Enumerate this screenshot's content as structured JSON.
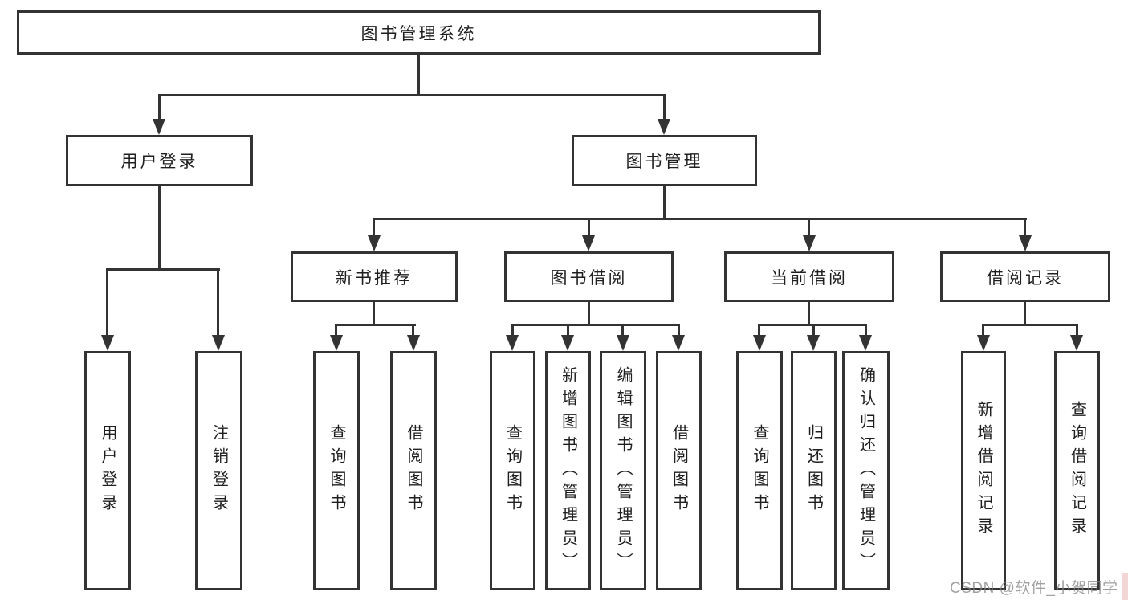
{
  "diagram_type": "hierarchy-flowchart",
  "tree": {
    "root": {
      "label": "图书管理系统"
    },
    "user_login": {
      "label": "用户登录",
      "children": {
        "login": {
          "label": "用户登录"
        },
        "logout": {
          "label": "注销登录"
        }
      }
    },
    "book_mgmt": {
      "label": "图书管理",
      "children": {
        "new_book": {
          "label": "新书推荐",
          "children": {
            "query_book": {
              "label": "查询图书"
            },
            "borrow_book": {
              "label": "借阅图书"
            }
          }
        },
        "book_borrow": {
          "label": "图书借阅",
          "children": {
            "query_book": {
              "label": "查询图书"
            },
            "add_book": {
              "label": "新增图书（管理员）"
            },
            "edit_book": {
              "label": "编辑图书（管理员）"
            },
            "borrow_book": {
              "label": "借阅图书"
            }
          }
        },
        "current_borrow": {
          "label": "当前借阅",
          "children": {
            "query_book": {
              "label": "查询图书"
            },
            "return_book": {
              "label": "归还图书"
            },
            "confirm_return": {
              "label": "确认归还（管理员）"
            }
          }
        },
        "borrow_record": {
          "label": "借阅记录",
          "children": {
            "add_record": {
              "label": "新增借阅记录"
            },
            "query_record": {
              "label": "查询借阅记录"
            }
          }
        }
      }
    }
  },
  "watermark": {
    "text": "CSDN @软件_小贺同学"
  },
  "colors": {
    "box_border": "#333333",
    "connector_line": "#333333",
    "text": "#1f1f1f",
    "watermark": "#828282",
    "background": "#ffffff",
    "corner_accent": "#f3d7d7"
  }
}
